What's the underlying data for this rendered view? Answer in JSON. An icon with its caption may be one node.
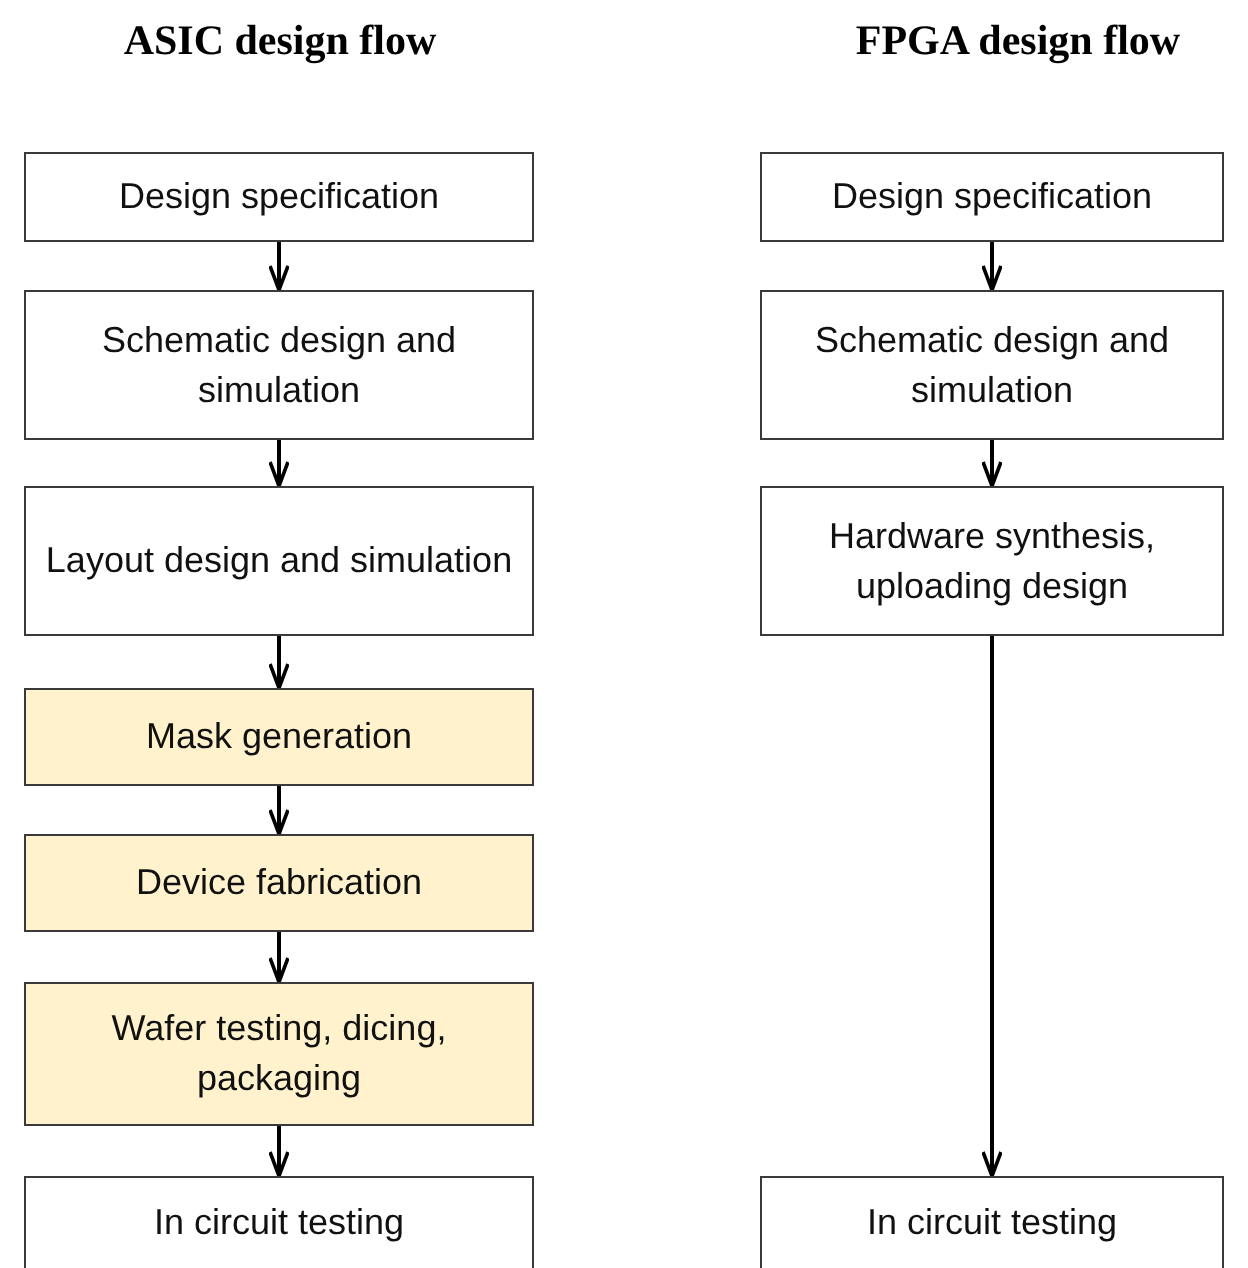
{
  "diagram": {
    "nodes": [
      {
        "text": [
          "Design specification"
        ]
      },
      {
        "text": [
          "Schematic design and simulation"
        ]
      },
      {
        "text": [
          "Layout design and simulation"
        ]
      },
      {
        "text": [
          "Mask generation"
        ]
      },
      {
        "text": [
          "Device fabrication"
        ]
      },
      {
        "text": [
          "Wafer testing, dicing, packaging"
        ]
      },
      {
        "text": [
          "In circuit testing"
        ]
      },
      {
        "text": [
          "Design specification"
        ]
      },
      {
        "text": [
          "Schematic design and simulation"
        ]
      },
      {
        "text": [
          "Hardware synthesis, uploading design"
        ]
      },
      {
        "text": [
          "In circuit testing"
        ]
      }
    ],
    "edges": [
      {
        "from": 0,
        "to": 1,
        "arrow": "to"
      },
      {
        "from": 1,
        "to": 2,
        "arrow": "to"
      },
      {
        "from": 2,
        "to": 3,
        "arrow": "to"
      },
      {
        "from": 3,
        "to": 4,
        "arrow": "to"
      },
      {
        "from": 4,
        "to": 5,
        "arrow": "to"
      },
      {
        "from": 5,
        "to": 6,
        "arrow": "to"
      },
      {
        "from": 7,
        "to": 8,
        "arrow": "to"
      },
      {
        "from": 8,
        "to": 9,
        "arrow": "to"
      },
      {
        "from": 9,
        "to": 10,
        "arrow": "to"
      }
    ],
    "labels": [
      "ASIC design flow",
      "FPGA design flow"
    ]
  }
}
